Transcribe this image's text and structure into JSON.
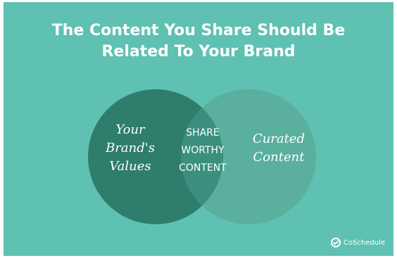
{
  "title": {
    "line1": "The Content You Share Should Be",
    "line2": "Related To Your Brand"
  },
  "venn": {
    "left_set": {
      "line1": "Your",
      "line2": "Brand's",
      "line3": "Values"
    },
    "right_set": {
      "line1": "Curated",
      "line2": "Content"
    },
    "intersection": {
      "line1": "SHARE",
      "line2": "WORTHY",
      "line3": "CONTENT"
    }
  },
  "brand": {
    "name": "CoSchedule",
    "icon": "coschedule-check-icon"
  },
  "colors": {
    "background": "#5fc1b1",
    "left_circle": "#2e7d6d",
    "right_circle": "#5aaf9f",
    "overlap": "#3b8f7f",
    "text": "#ffffff"
  }
}
